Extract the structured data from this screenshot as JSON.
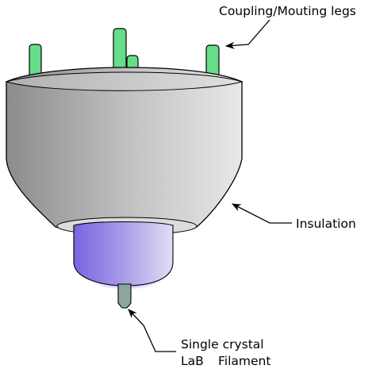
{
  "labels": {
    "legs": "Coupling/Mouting legs",
    "insulation": "Insulation",
    "filament_line1": "Single crystal",
    "filament_line2_a": "LaB",
    "filament_line2_b": "Filament"
  },
  "colors": {
    "legs": "#66dd88",
    "insulation_dark": "#8c8c8c",
    "insulation_light": "#e6e6e6",
    "cathode_purple": "#7a6ae6",
    "cathode_light": "#e0dcf2",
    "filament": "#8aa79a"
  }
}
